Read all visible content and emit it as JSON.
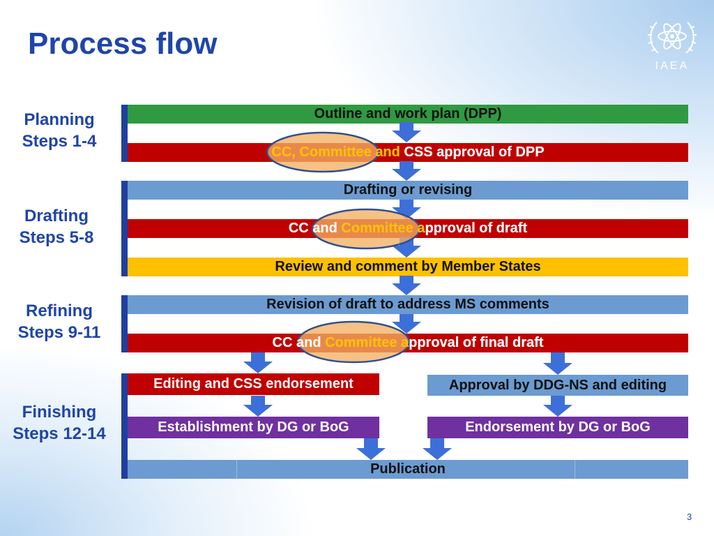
{
  "slide": {
    "title": "Process flow",
    "page_number": "3",
    "logo_text": "IAEA",
    "logo_icon": "iaea-atom-laurel-icon"
  },
  "phases": [
    {
      "line1": "Planning",
      "line2": "Steps 1-4"
    },
    {
      "line1": "Drafting",
      "line2": "Steps 5-8"
    },
    {
      "line1": "Refining",
      "line2": "Steps 9-11"
    },
    {
      "line1": "Finishing",
      "line2": "Steps 12-14"
    }
  ],
  "steps": {
    "outline": "Outline and work plan (DPP)",
    "cc_dpp_a": "CC, Committee and",
    "cc_dpp_b": " CSS approval of DPP",
    "drafting": "Drafting or revising",
    "cc_draft_a": "CC and",
    "cc_draft_b": " Committee a",
    "cc_draft_c": "pproval of draft",
    "review": "Review and comment by Member States",
    "revision": "Revision of draft to address MS comments",
    "cc_final_a": "CC and",
    "cc_final_b": " Committee a",
    "cc_final_c": "pproval of final draft",
    "editing": "Editing and CSS endorsement",
    "approval": "Approval by DDG-NS and editing",
    "establishment": "Establishment by DG or BoG",
    "endorsement": "Endorsement by DG or BoG",
    "publication": "Publication"
  },
  "colors": {
    "title_blue": "#1f45a8",
    "green": "#2f9a41",
    "red": "#c00000",
    "light_blue": "#6b9bd1",
    "yellow": "#ffc000",
    "purple": "#7030a0",
    "arrow_blue": "#3d6fd8",
    "highlight_orange": "#f4b061"
  }
}
